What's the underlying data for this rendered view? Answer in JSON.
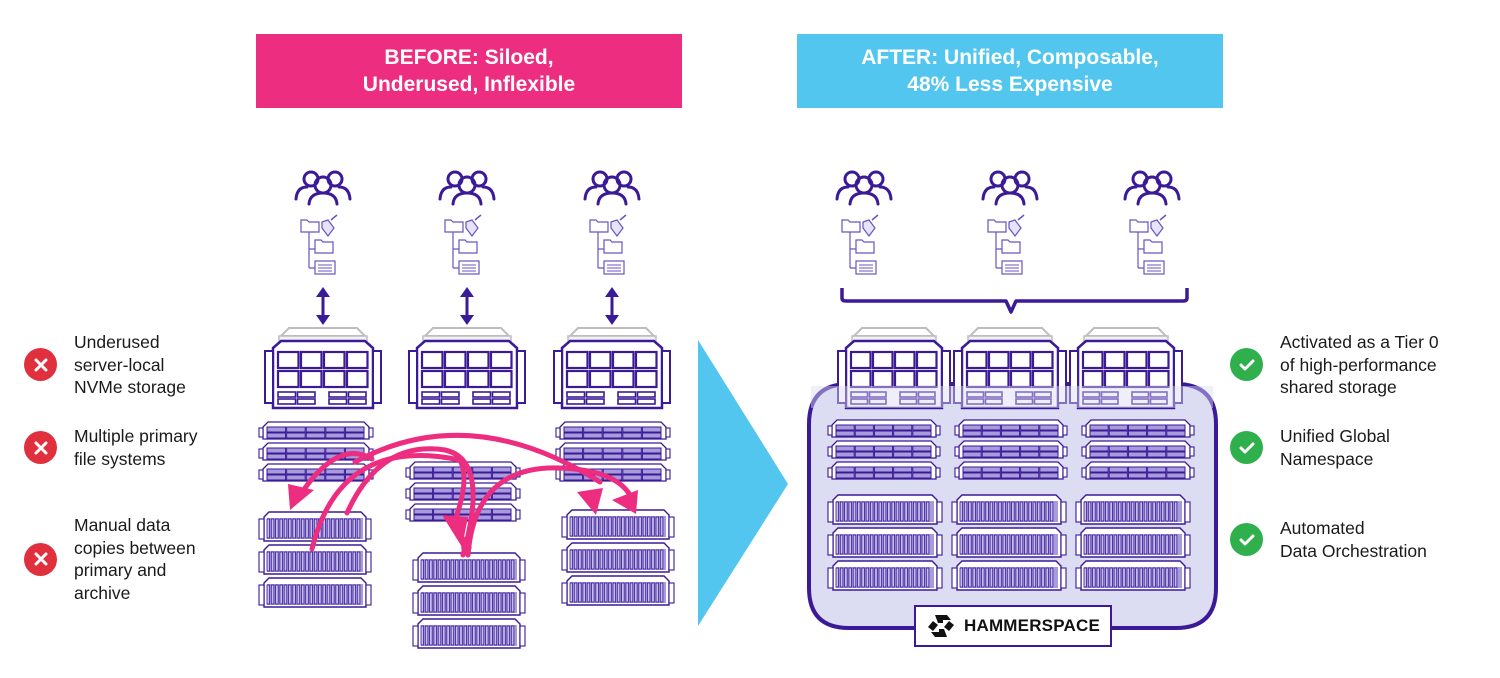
{
  "colors": {
    "before_accent": "#ec2d80",
    "after_accent": "#52c6ee",
    "primary_purple": "#3b1a98",
    "server_fill": "#a79bdc",
    "pool_fill": "#dcdcf2",
    "arrow_pink": "#ec2d80",
    "x_red": "#e0303e",
    "check_green": "#2fb04c"
  },
  "before": {
    "title_line1": "BEFORE: Siloed,",
    "title_line2": "Underused, Inflexible",
    "silo_count": 3,
    "bullets": [
      {
        "icon": "x-circle-icon",
        "text": "Underused\nserver-local\nNVMe storage"
      },
      {
        "icon": "x-circle-icon",
        "text": "Multiple primary\nfile systems"
      },
      {
        "icon": "x-circle-icon",
        "text": "Manual data\ncopies between\nprimary and\narchive"
      }
    ]
  },
  "after": {
    "title_line1": "AFTER: Unified, Composable,",
    "title_line2": "48% Less Expensive",
    "group_count": 3,
    "bullets": [
      {
        "icon": "check-circle-icon",
        "text": "Activated as a Tier 0\nof high-performance\nshared storage"
      },
      {
        "icon": "check-circle-icon",
        "text": "Unified Global\nNamespace"
      },
      {
        "icon": "check-circle-icon",
        "text": "Automated\nData Orchestration"
      }
    ],
    "logo_text": "HAMMERSPACE"
  },
  "transition_icon": "right-arrow-triangle-icon"
}
